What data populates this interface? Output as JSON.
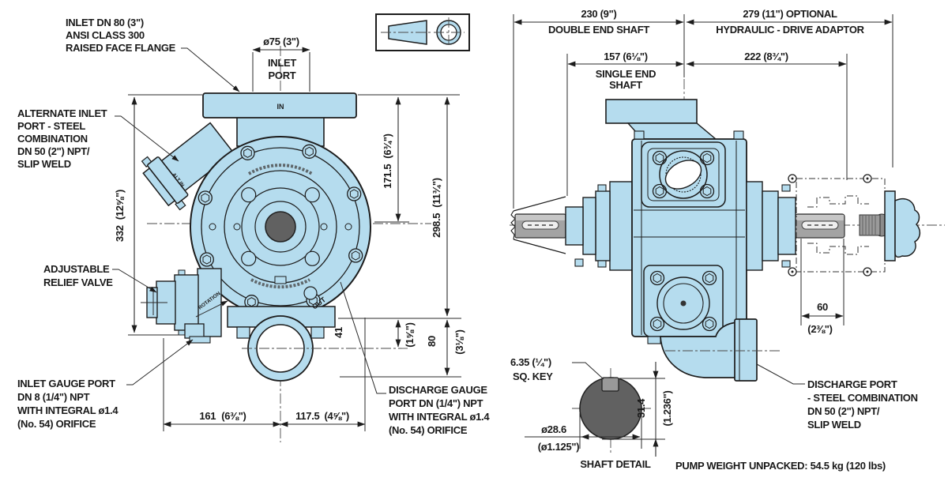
{
  "colors": {
    "body_fill": "#b5dcee",
    "outline": "#1c1c1c",
    "shaft_gray": "#a3a3a3",
    "shaft_dark": "#616161",
    "dim_line": "#2a2a2a"
  },
  "projection_symbol": {
    "icon": "third-angle-projection-icon"
  },
  "front_view": {
    "labels": {
      "inlet_flange": [
        "INLET DN 80 (3\")",
        "ANSI CLASS 300",
        "RAISED FACE FLANGE"
      ],
      "inlet_port": [
        "INLET",
        "PORT"
      ],
      "alternate_inlet": [
        "ALTERNATE INLET",
        "PORT - STEEL",
        "COMBINATION",
        "DN 50 (2\") NPT/",
        "SLIP WELD"
      ],
      "relief_valve": [
        "ADJUSTABLE",
        "RELIEF VALVE"
      ],
      "inlet_gauge": [
        "INLET GAUGE PORT",
        "DN 8 (1/4\") NPT",
        "WITH INTEGRAL ø1.4",
        "(No. 54) ORIFICE"
      ],
      "discharge_gauge": [
        "DISCHARGE GAUGE",
        "PORT DN (1/4\") NPT",
        "WITH INTEGRAL ø1.4",
        "(No. 54) ORIFICE"
      ]
    },
    "dimensions": {
      "inlet_port_dia": "ø75 (3\")",
      "overall_height": {
        "mm": "332",
        "in": "(12⅝\")"
      },
      "center_height": {
        "mm": "171.5",
        "in": "(6¾\")"
      },
      "total_height": {
        "mm": "298.5",
        "in": "(11¾\")"
      },
      "base_to_port": {
        "mm": "41",
        "in": "(1⅝\")"
      },
      "base_to_bottom": {
        "mm": "80",
        "in": "(3⅛\")"
      },
      "center_to_left": {
        "mm": "161",
        "in": "(6⅜\")"
      },
      "center_to_right": {
        "mm": "117.5",
        "in": "(4⅝\")"
      }
    },
    "markings": {
      "inlet": "IN",
      "outlet": "OUT",
      "rotation": "ROTATION",
      "alt_inlet": "ALT IN"
    }
  },
  "side_view": {
    "dimensions": {
      "double_end_shaft": {
        "value": "230  (9\")",
        "label": "DOUBLE END SHAFT"
      },
      "hydraulic_adaptor": {
        "value": "279 (11\") OPTIONAL",
        "label": "HYDRAULIC - DRIVE ADAPTOR"
      },
      "single_end_shaft": {
        "value": "157  (6⅛\")",
        "label": [
          "SINGLE END",
          "SHAFT"
        ]
      },
      "adaptor_length": {
        "value": "222 (8¾\")"
      },
      "shaft_extension": {
        "mm": "60",
        "in": "(2⅜\")"
      }
    },
    "labels": {
      "discharge_port": [
        "DISCHARGE PORT",
        "- STEEL COMBINATION",
        "DN 50 (2\") NPT/",
        "SLIP WELD"
      ]
    }
  },
  "shaft_detail": {
    "key_label": [
      "6.35  (¼\")",
      "SQ. KEY"
    ],
    "shaft_height": {
      "mm": "31.4",
      "in": "(1.236\")"
    },
    "shaft_dia": {
      "mm": "ø28.6",
      "in": "(ø1.125\")"
    },
    "caption": "SHAFT DETAIL"
  },
  "notes": {
    "weight": "PUMP WEIGHT UNPACKED: 54.5 kg (120 lbs)"
  }
}
